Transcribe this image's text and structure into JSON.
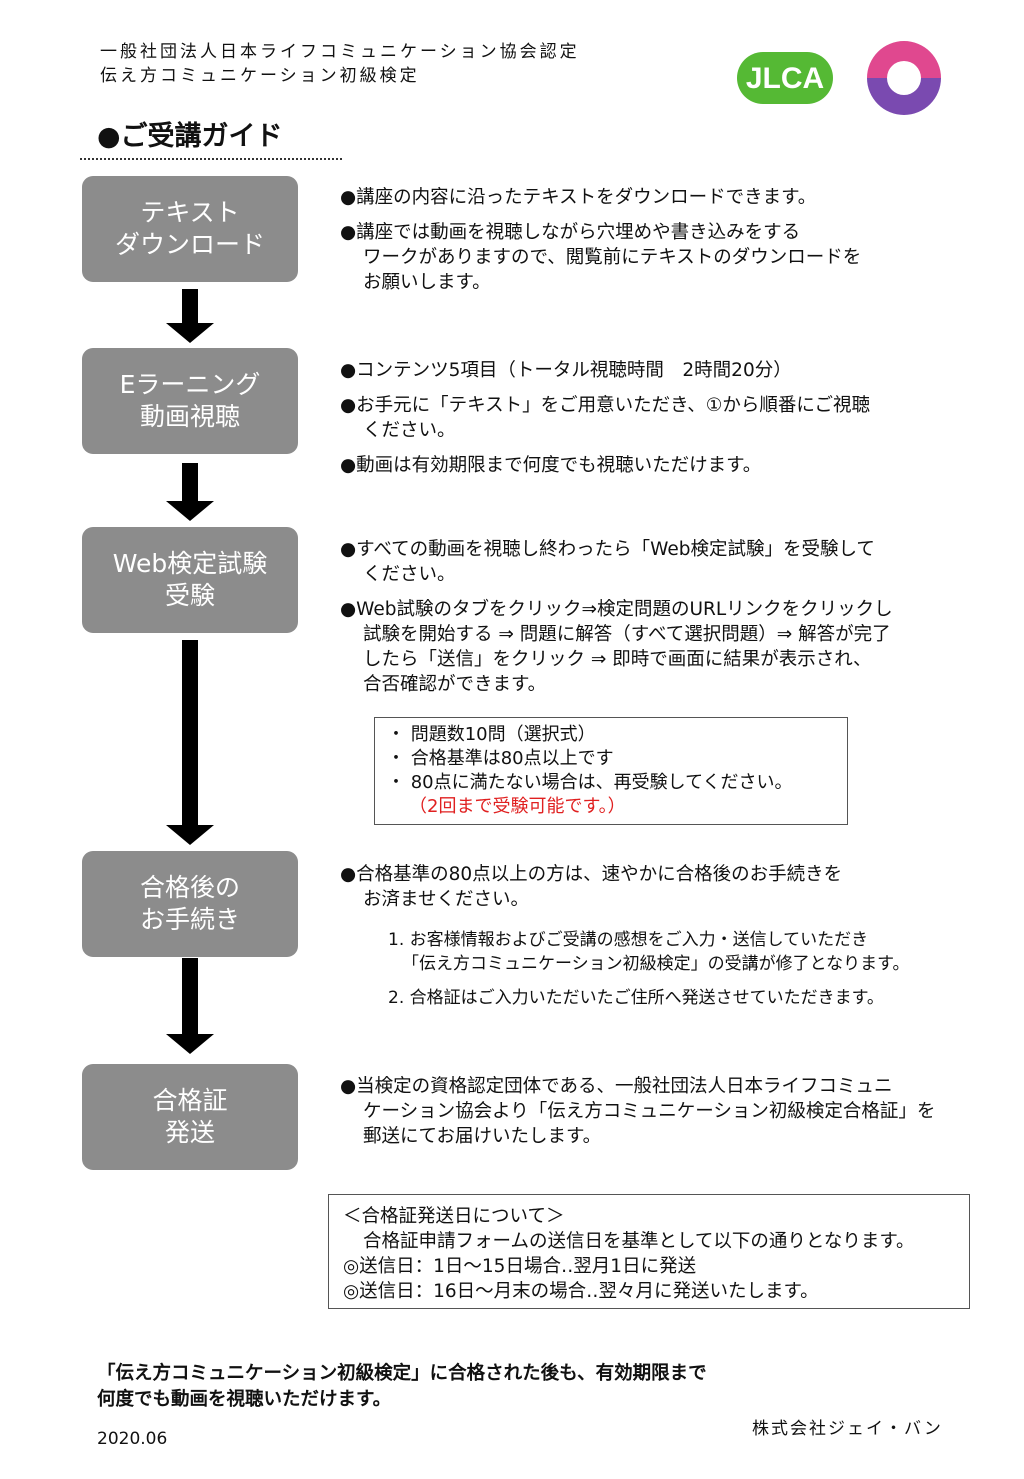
{
  "header": {
    "org_line1": "一般社団法人日本ライフコミュニケーション協会認定",
    "org_line2": "伝え方コミュニケーション初級検定",
    "logo_text": "JLCA"
  },
  "guide_title": "●ご受講ガイド",
  "steps": [
    {
      "line1": "テキスト",
      "line2": "ダウンロード"
    },
    {
      "line1": "Eラーニング",
      "line2": "動画視聴"
    },
    {
      "line1": "Web検定試験",
      "line2": "受験"
    },
    {
      "line1": "合格後の",
      "line2": "お手続き"
    },
    {
      "line1": "合格証",
      "line2": "発送"
    }
  ],
  "step1": {
    "p1": "●講座の内容に沿ったテキストをダウンロードできます。",
    "p2_l1": "●講座では動画を視聴しながら穴埋めや書き込みをする",
    "p2_l2": "ワークがありますので、閲覧前にテキストのダウンロードを",
    "p2_l3": "お願いします。"
  },
  "step2": {
    "p1": "●コンテンツ5項目（トータル視聴時間　2時間20分）",
    "p2_l1": "●お手元に「テキスト」をご用意いただき、①から順番にご視聴",
    "p2_l2": "ください。",
    "p3": "●動画は有効期限まで何度でも視聴いただけます。"
  },
  "step3": {
    "p1_l1": "●すべての動画を視聴し終わったら「Web検定試験」を受験して",
    "p1_l2": "ください。",
    "p2_l1": "●Web試験のタブをクリック⇒検定問題のURLリンクをクリックし",
    "p2_l2": "試験を開始する ⇒ 問題に解答（すべて選択問題）⇒ 解答が完了",
    "p2_l3": "したら「送信」をクリック ⇒ 即時で画面に結果が表示され、",
    "p2_l4": "合否確認ができます。",
    "box_l1": "・ 問題数10問（選択式）",
    "box_l2": "・ 合格基準は80点以上です",
    "box_l3": "・ 80点に満たない場合は、再受験してください。",
    "box_l4": "（2回まで受験可能です。）"
  },
  "step4": {
    "p1_l1": "●合格基準の80点以上の方は、速やかに合格後のお手続きを",
    "p1_l2": "お済ませください。",
    "item1_l1": "1.  お客様情報およびご受講の感想をご入力・送信していただき",
    "item1_l2": "「伝え方コミュニケーション初級検定」の受講が修了となります。",
    "item2": "2.  合格証はご入力いただいたご住所へ発送させていただきます。"
  },
  "step5": {
    "p1_l1": "●当検定の資格認定団体である、一般社団法人日本ライフコミュニ",
    "p1_l2": "ケーション協会より「伝え方コミュニケーション初級検定合格証」を",
    "p1_l3": "郵送にてお届けいたします。"
  },
  "shipping_box": {
    "title": "＜合格証発送日について＞",
    "l1": "合格証申請フォームの送信日を基準として以下の通りとなります。",
    "l2": "◎送信日：1日～15日場合‥翌月1日に発送",
    "l3": "◎送信日：16日～月末の場合‥翌々月に発送いたします。"
  },
  "footer": {
    "note_l1": "「伝え方コミュニケーション初級検定」に合格された後も、有効期限まで",
    "note_l2": "何度でも動画を視聴いただけます。",
    "company": "株式会社ジェイ・バン",
    "date": "2020.06"
  },
  "colors": {
    "step_box": "#8c8c8c",
    "jlca_green": "#55b934",
    "ring_pink": "#e0488f",
    "ring_purple": "#7a4ab0",
    "emphasis_red": "#e02020"
  }
}
